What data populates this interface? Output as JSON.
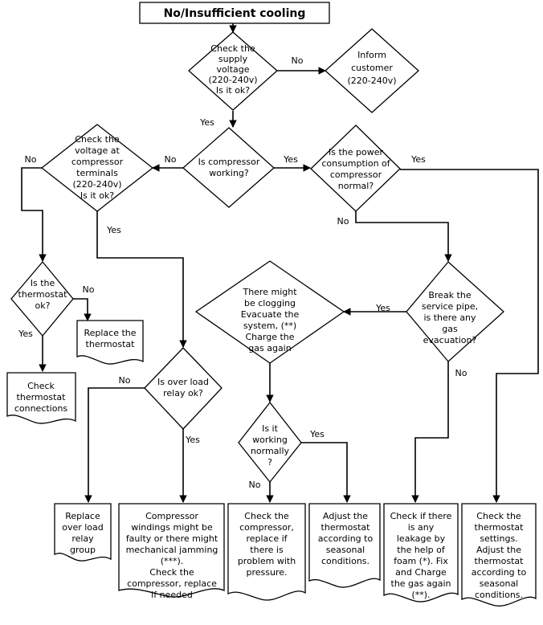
{
  "diagram": {
    "title": "No/Insufficient cooling",
    "type": "flowchart",
    "background_color": "#ffffff",
    "line_color": "#000000",
    "fill_color": "#ffffff"
  },
  "nodes": {
    "title_box": {
      "label": "No/Insufficient cooling",
      "shape": "rectangle"
    },
    "supply_voltage": {
      "label": "Check the\nsupply\nvoltage\n(220-240v)\nIs it ok?",
      "shape": "diamond"
    },
    "inform_customer": {
      "label": "Inform\ncustomer\n(220-240v)",
      "shape": "diamond"
    },
    "compressor_working": {
      "label": "Is compressor\nworking?",
      "shape": "diamond"
    },
    "voltage_terminals": {
      "label": "Check the\nvoltage at\ncompressor\nterminals\n(220-240v)\nIs it ok?",
      "shape": "diamond"
    },
    "power_consumption": {
      "label": "Is the power\nconsumption of\ncompressor\nnormal?",
      "shape": "diamond"
    },
    "thermostat_ok": {
      "label": "Is the\nthermostat\nok?",
      "shape": "diamond"
    },
    "replace_thermostat": {
      "label": "Replace the\nthermostat",
      "shape": "document"
    },
    "check_thermostat_connections": {
      "label": "Check\nthermostat\nconnections",
      "shape": "document"
    },
    "clogging": {
      "label": "There might\nbe clogging\nEvacuate the\nsystem, (**)\nCharge the\ngas again",
      "shape": "diamond"
    },
    "break_service_pipe": {
      "label": "Break the\nservice pipe,\nis there any\ngas\nevacuation?",
      "shape": "diamond"
    },
    "overload_relay": {
      "label": "Is over load\nrelay ok?",
      "shape": "diamond"
    },
    "working_normally": {
      "label": "Is it\nworking\nnormally\n?",
      "shape": "diamond"
    },
    "replace_relay": {
      "label": "Replace\nover load\nrelay\ngroup",
      "shape": "document"
    },
    "compressor_windings": {
      "label": "Compressor\nwindings might be\nfaulty or there might\nmechanical jamming\n(***).\nCheck the\ncompressor, replace\nif needed",
      "shape": "document"
    },
    "check_compressor": {
      "label": "Check the\ncompressor,\nreplace if\nthere is\nproblem with\npressure.",
      "shape": "document"
    },
    "adjust_thermostat": {
      "label": "Adjust the\nthermostat\naccording to\nseasonal\nconditions.",
      "shape": "document"
    },
    "check_leakage": {
      "label": "Check if there\nis any\nleakage by\nthe help of\nfoam (*). Fix\nand Charge\nthe gas again\n(**).",
      "shape": "document"
    },
    "check_thermostat_settings": {
      "label": "Check the\nthermostat\nsettings.\nAdjust the\nthermostat\naccording to\nseasonal\nconditions.",
      "shape": "document"
    }
  },
  "edge_labels": {
    "supply_no": "No",
    "supply_yes": "Yes",
    "compressor_no": "No",
    "compressor_yes": "Yes",
    "terminals_no": "No",
    "terminals_yes": "Yes",
    "power_yes": "Yes",
    "power_no": "No",
    "thermostat_no": "No",
    "thermostat_yes": "Yes",
    "pipe_yes": "Yes",
    "pipe_no": "No",
    "relay_no": "No",
    "relay_yes": "Yes",
    "working_yes": "Yes",
    "working_no": "No"
  }
}
